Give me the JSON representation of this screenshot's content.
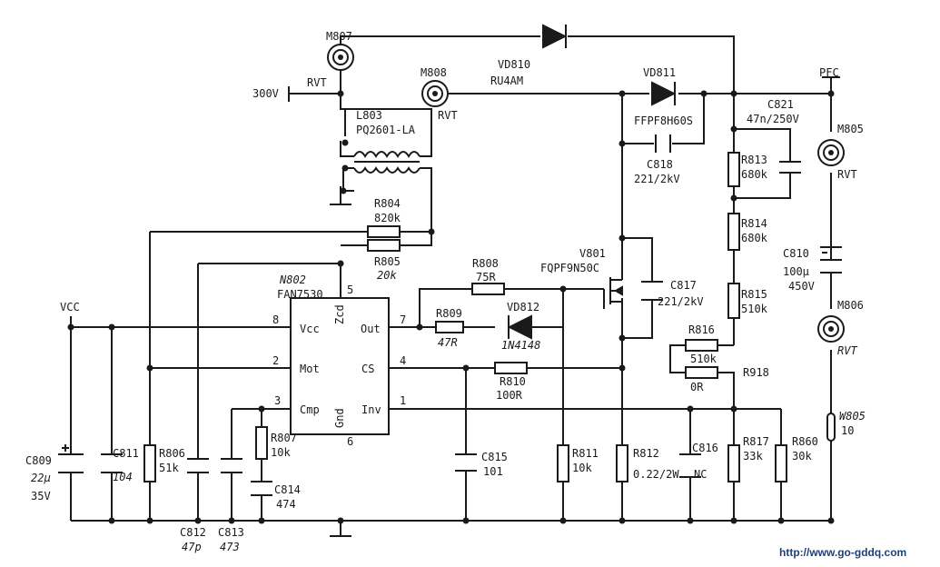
{
  "footer": {
    "url": "http://www.go-gddq.com"
  },
  "labels": {
    "m807": "M807",
    "rvt_m807": "RVT",
    "v300": "300V",
    "m808": "M808",
    "rvt_m808": "RVT",
    "vd810": "VD810",
    "ru4am": "RU4AM",
    "vd811": "VD811",
    "ffpf8h60s": "FFPF8H60S",
    "pfc": "PFC",
    "c821": "C821",
    "c821_val": "47n/250V",
    "m805": "M805",
    "rvt_m805": "RVT",
    "l803": "L803",
    "pq2601": "PQ2601-LA",
    "c818": "C818",
    "c818_val": "221/2kV",
    "r813": "R813",
    "r813_val": "680k",
    "r814": "R814",
    "r814_val": "680k",
    "r804": "R804",
    "r804_val": "820k",
    "r805": "R805",
    "r805_val": "20k",
    "c810": "C810",
    "c810_val1": "100μ",
    "c810_val2": "450V",
    "n802": "N802",
    "fan7530": "FAN7530",
    "pin5": "5",
    "r808": "R808",
    "r808_val": "75R",
    "v801": "V801",
    "fqpf9n50c": "FQPF9N50C",
    "c817": "C817",
    "c817_val": "221/2kV",
    "r815": "R815",
    "r815_val": "510k",
    "m806": "M806",
    "rvt_m806": "RVT",
    "vcc": "VCC",
    "pin8": "8",
    "pin_vcc": "Vcc",
    "pin_zcd": "Zcd",
    "pin_out": "Out",
    "pin7": "7",
    "r809": "R809",
    "r809_val": "47R",
    "vd812": "VD812",
    "in4148": "1N4148",
    "r816": "R816",
    "r816_val": "510k",
    "r918": "R918",
    "r918_val": "0R",
    "pin2": "2",
    "pin_mot": "Mot",
    "pin_cs": "CS",
    "pin4": "4",
    "r810": "R810",
    "r810_val": "100R",
    "pin3": "3",
    "pin_cmp": "Cmp",
    "pin_gnd": "Gnd",
    "pin_inv": "Inv",
    "pin1": "1",
    "r807": "R807",
    "r807_val": "10k",
    "pin6": "6",
    "w805": "W805",
    "w805_val": "10",
    "c809": "C809",
    "c809_val1": "22μ",
    "c809_val2": "35V",
    "c811": "C811",
    "c811_val": "104",
    "r806": "R806",
    "r806_val": "51k",
    "c815": "C815",
    "c815_val": "101",
    "r811": "R811",
    "r811_val": "10k",
    "r812": "R812",
    "r812_val": "0.22/2W",
    "c816": "C816",
    "c816_val": "NC",
    "r817": "R817",
    "r817_val": "33k",
    "r860": "R860",
    "r860_val": "30k",
    "c814": "C814",
    "c814_val": "474",
    "c812": "C812",
    "c812_val": "47p",
    "c813": "C813",
    "c813_val": "473"
  }
}
